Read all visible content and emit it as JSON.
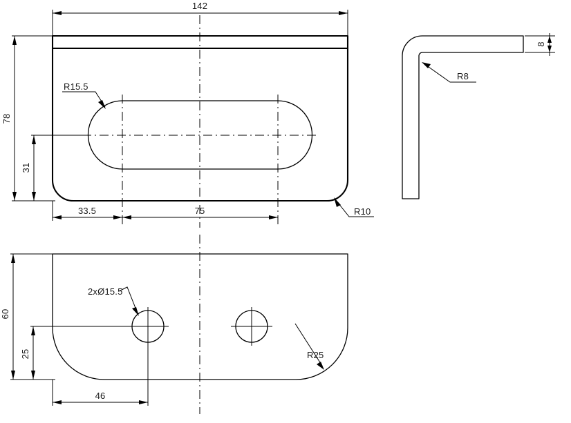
{
  "drawing": {
    "type": "engineering-drawing",
    "units": "mm",
    "views": [
      {
        "name": "front-view",
        "position": "top-left"
      },
      {
        "name": "side-view",
        "position": "top-right"
      },
      {
        "name": "top-view",
        "position": "bottom-left"
      }
    ],
    "line_color": "#000000",
    "text_color": "#1a1a1a",
    "background": "#ffffff"
  },
  "front_view": {
    "width_dim": "142",
    "height_dim": "78",
    "slot_center_height_dim": "31",
    "slot_offset_dim": "33.5",
    "slot_length_dim": "75",
    "slot_radius_note": "R15.5",
    "corner_radius_note": "R10"
  },
  "side_view": {
    "thickness_dim": "8",
    "bend_radius_note": "R8"
  },
  "top_view": {
    "depth_dim": "60",
    "hole_center_dim": "25",
    "hole_offset_dim": "46",
    "hole_note": "2xØ15.5",
    "corner_radius_note": "R25"
  }
}
